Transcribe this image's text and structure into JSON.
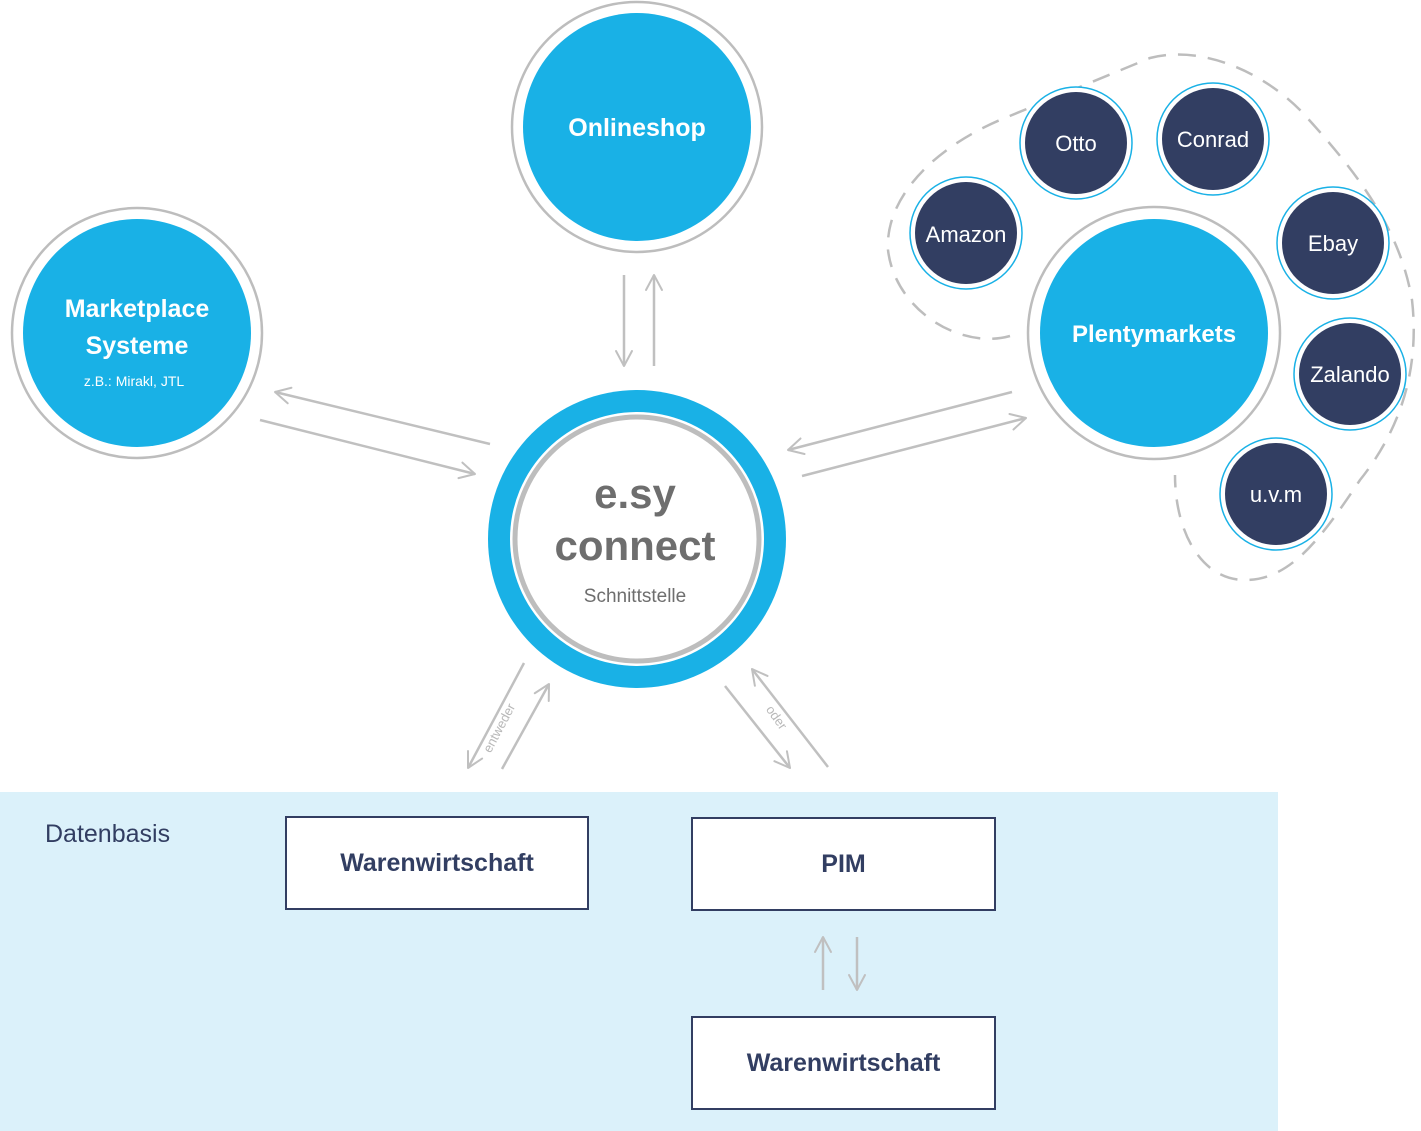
{
  "colors": {
    "primary_blue": "#19b1e6",
    "navy": "#323e62",
    "ring_gray": "#bdbdbd",
    "arrow_gray": "#c0c0c0",
    "center_text_gray": "#6e6e6e",
    "panel_blue": "#dbf1fa",
    "white": "#ffffff"
  },
  "center": {
    "title_line1": "e.sy",
    "title_line2": "connect",
    "subtitle": "Schnittstelle"
  },
  "onlineshop": {
    "label": "Onlineshop"
  },
  "marketplace": {
    "label_line1": "Marketplace",
    "label_line2": "Systeme",
    "sublabel": "z.B.: Mirakl, JTL"
  },
  "plentymarkets": {
    "label": "Plentymarkets",
    "satellites": [
      {
        "id": "amazon",
        "label": "Amazon"
      },
      {
        "id": "otto",
        "label": "Otto"
      },
      {
        "id": "conrad",
        "label": "Conrad"
      },
      {
        "id": "ebay",
        "label": "Ebay"
      },
      {
        "id": "zalando",
        "label": "Zalando"
      },
      {
        "id": "uvm",
        "label": "u.v.m"
      }
    ]
  },
  "connector_labels": {
    "either": "entweder",
    "or": "oder"
  },
  "datenbasis": {
    "label": "Datenbasis",
    "boxes": {
      "warenwirtschaft_left": "Warenwirtschaft",
      "pim": "PIM",
      "warenwirtschaft_bottom": "Warenwirtschaft"
    }
  }
}
